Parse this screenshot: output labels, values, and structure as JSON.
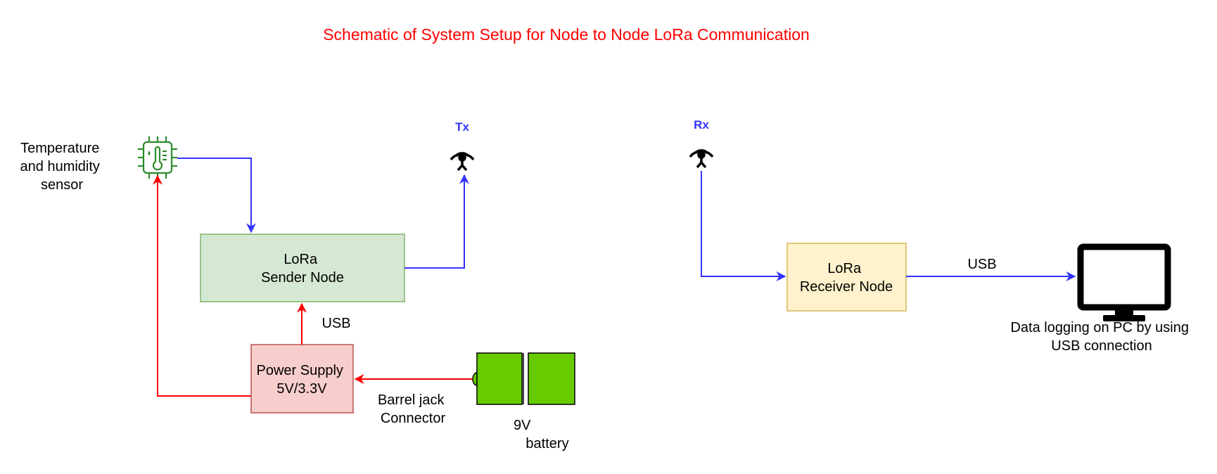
{
  "title": "Schematic of System Setup for Node to Node LoRa Communication",
  "colors": {
    "title": "#ff0000",
    "signal": "#3333ff",
    "power": "#ff0000",
    "sender_fill": "#d5e8d4",
    "sender_stroke": "#82b366",
    "receiver_fill": "#fff2cc",
    "receiver_stroke": "#d6b656",
    "power_fill": "#f8cecc",
    "power_stroke": "#b85450",
    "battery_fill": "#66cc00",
    "sensor_icon": "#2e8b2e"
  },
  "sensor": {
    "icon": "thermometer-chip-icon",
    "label": [
      "Temperature",
      "and humidity",
      "sensor"
    ]
  },
  "sender": {
    "label": [
      "LoRa",
      "Sender Node"
    ]
  },
  "receiver": {
    "label": [
      "LoRa",
      "Receiver Node"
    ]
  },
  "power_supply": {
    "label": [
      "Power Supply",
      "5V/3.3V"
    ]
  },
  "battery": {
    "label": [
      "9V",
      "battery"
    ]
  },
  "antenna_tx": {
    "icon": "antenna-icon",
    "label": "Tx"
  },
  "antenna_rx": {
    "icon": "antenna-icon",
    "label": "Rx"
  },
  "connections": {
    "usb_power": "USB",
    "barrel": [
      "Barrel jack",
      "Connector"
    ],
    "usb_pc": "USB"
  },
  "pc": {
    "icon": "monitor-icon",
    "label": [
      "Data logging on PC by using",
      "USB connection"
    ]
  }
}
